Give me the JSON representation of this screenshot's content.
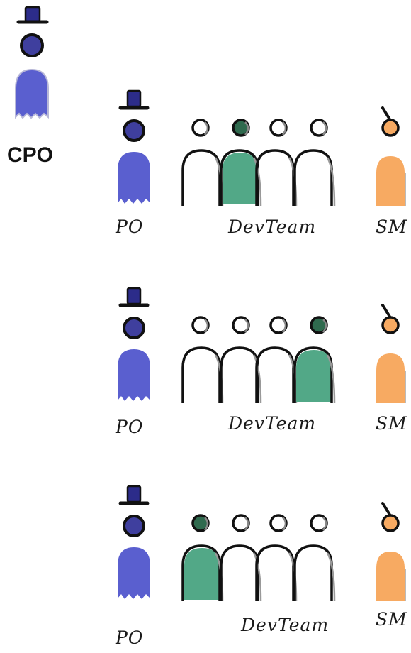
{
  "cpo": {
    "label": "CPO"
  },
  "teams": [
    {
      "po_label": "PO",
      "devteam_label": "DevTeam",
      "sm_label": "SM",
      "highlighted_member": 2
    },
    {
      "po_label": "PO",
      "devteam_label": "DevTeam",
      "sm_label": "SM",
      "highlighted_member": 4
    },
    {
      "po_label": "PO",
      "devteam_label": "DevTeam",
      "sm_label": "SM",
      "highlighted_member": 1
    }
  ],
  "colors": {
    "product_owner": "#5a5fcf",
    "dev_highlight": "#52a887",
    "scrum_master": "#f7aa62",
    "ink": "#111111"
  }
}
